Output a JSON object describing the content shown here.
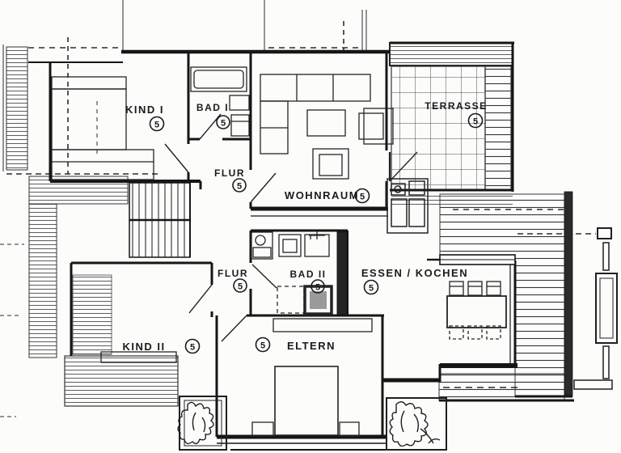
{
  "plan": {
    "title": "apartment-floor-plan",
    "unit_number": "5",
    "rooms": [
      {
        "id": "kind1",
        "label": "KIND I"
      },
      {
        "id": "bad1",
        "label": "BAD I"
      },
      {
        "id": "flur1",
        "label": "FLUR"
      },
      {
        "id": "wohnraum",
        "label": "WOHNRAUM"
      },
      {
        "id": "terrasse",
        "label": "TERRASSE"
      },
      {
        "id": "flur2",
        "label": "FLUR"
      },
      {
        "id": "bad2",
        "label": "BAD II"
      },
      {
        "id": "essen",
        "label": "ESSEN / KOCHEN"
      },
      {
        "id": "kind2",
        "label": "KIND II"
      },
      {
        "id": "eltern",
        "label": "ELTERN"
      }
    ],
    "colors": {
      "ink": "#1b1b1b",
      "paper": "#fcfcfb",
      "hatch": "#4d4d4d"
    }
  }
}
